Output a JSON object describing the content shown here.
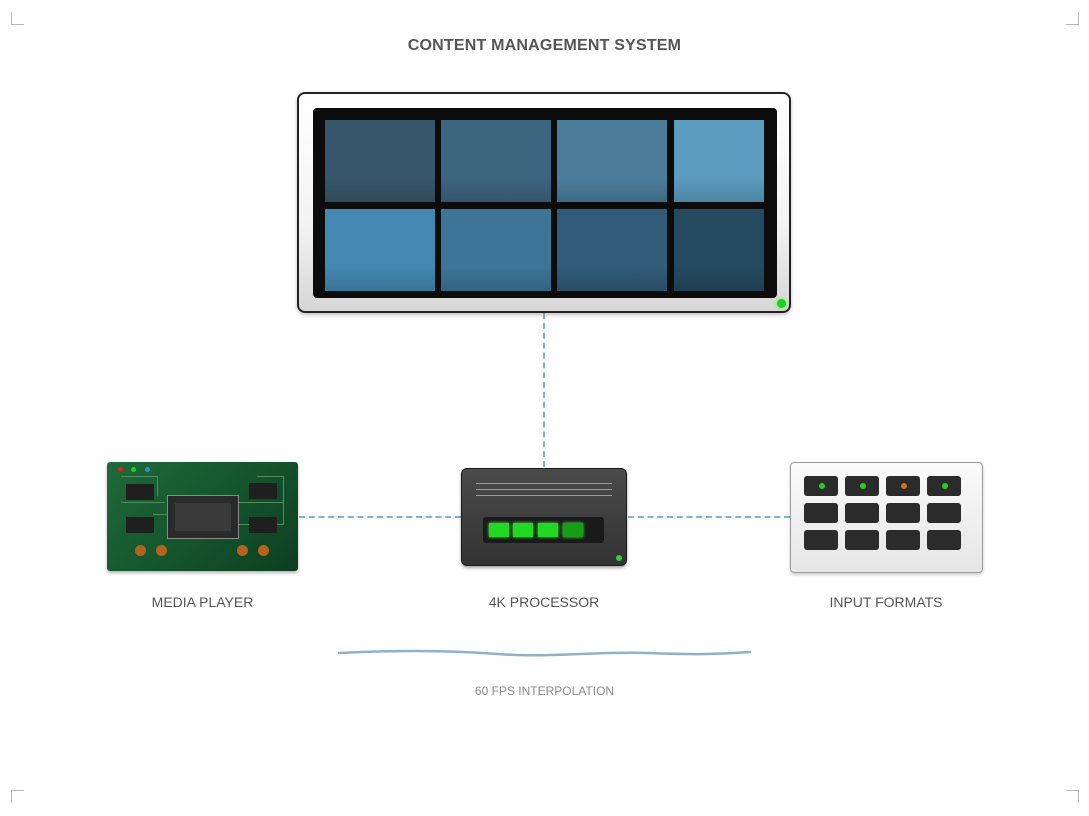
{
  "title": "CONTENT MANAGEMENT SYSTEM",
  "display": {
    "tile_colors": [
      "#38566b",
      "#3d6580",
      "#4b7d9b",
      "#5b9cbf",
      "#4388b0",
      "#3c7597",
      "#315b78",
      "#244a60"
    ],
    "power_led_color": "#19d419"
  },
  "devices": [
    {
      "id": "media-player",
      "label": "MEDIA PLAYER"
    },
    {
      "id": "processor",
      "label": "4K PROCESSOR"
    },
    {
      "id": "input-formats",
      "label": "INPUT FORMATS"
    }
  ],
  "media_player": {
    "led_colors": [
      "#e02020",
      "#20d020",
      "#2a8ae0"
    ]
  },
  "processor": {
    "meter_lit_segments": 4
  },
  "input_formats": {
    "port_led_colors": [
      "#22d022",
      "#22d022",
      "#c9731a",
      "#22d022"
    ]
  },
  "caption": "60 FPS INTERPOLATION",
  "connector_color": "#7ab3d6"
}
